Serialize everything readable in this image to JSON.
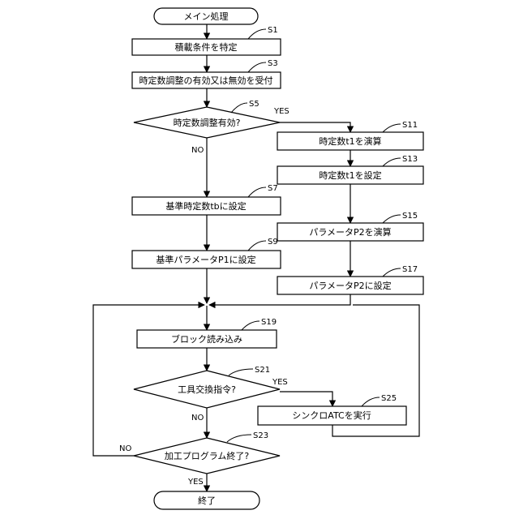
{
  "nodes": {
    "start": "メイン処理",
    "s1": "積載条件を特定",
    "s3": "時定数調整の有効又は無効を受付",
    "s5": "時定数調整有効?",
    "s7": "基準時定数tbに設定",
    "s9": "基準パラメータP1に設定",
    "s11": "時定数t1を演算",
    "s13": "時定数t1を設定",
    "s15": "パラメータP2を演算",
    "s17": "パラメータP2に設定",
    "s19": "ブロック読み込み",
    "s21": "工具交換指令?",
    "s23": "加工プログラム終了?",
    "s25": "シンクロATCを実行",
    "end": "終了"
  },
  "steps": {
    "s1": "S1",
    "s3": "S3",
    "s5": "S5",
    "s7": "S7",
    "s9": "S9",
    "s11": "S11",
    "s13": "S13",
    "s15": "S15",
    "s17": "S17",
    "s19": "S19",
    "s21": "S21",
    "s23": "S23",
    "s25": "S25"
  },
  "branches": {
    "s5_yes": "YES",
    "s5_no": "NO",
    "s21_yes": "YES",
    "s21_no": "NO",
    "s23_yes": "YES",
    "s23_no": "NO"
  }
}
